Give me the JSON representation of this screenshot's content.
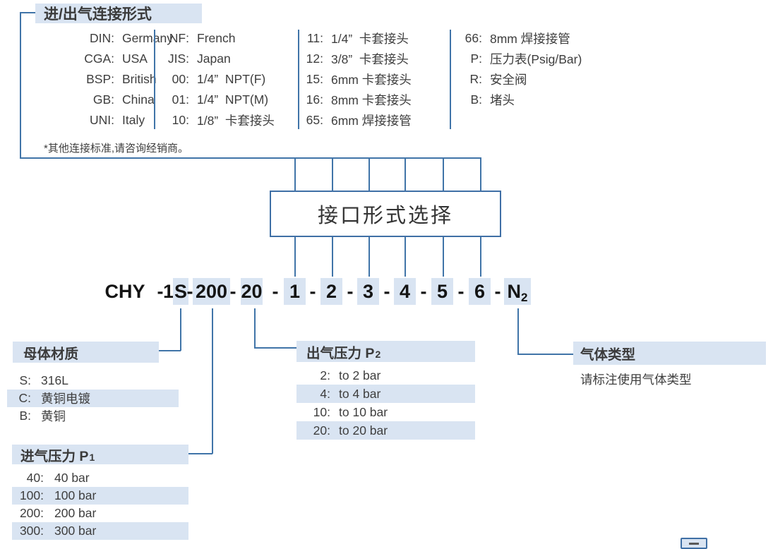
{
  "colors": {
    "highlight": "#d9e4f2",
    "line": "#4074a8",
    "box_border": "#3f6fa5",
    "text": "#3c3c3c",
    "code_text": "#141414"
  },
  "connection_table": {
    "title": "进/出气连接形式",
    "footnote": "*其他连接标准,请咨询经销商。",
    "columns": [
      {
        "items": [
          {
            "code": "DIN:",
            "label": "Germany"
          },
          {
            "code": "CGA:",
            "label": "USA"
          },
          {
            "code": "BSP:",
            "label": "British"
          },
          {
            "code": "GB:",
            "label": "China"
          },
          {
            "code": "UNI:",
            "label": "Italy"
          }
        ]
      },
      {
        "items": [
          {
            "code": "NF:",
            "label": "French"
          },
          {
            "code": "JIS:",
            "label": "Japan"
          },
          {
            "code": "00:",
            "label": "1/4”  NPT(F)"
          },
          {
            "code": "01:",
            "label": "1/4”  NPT(M)"
          },
          {
            "code": "10:",
            "label": "1/8”  卡套接头"
          }
        ]
      },
      {
        "items": [
          {
            "code": "11:",
            "label": "1/4”  卡套接头"
          },
          {
            "code": "12:",
            "label": "3/8”  卡套接头"
          },
          {
            "code": "15:",
            "label": "6mm 卡套接头"
          },
          {
            "code": "16:",
            "label": "8mm 卡套接头"
          },
          {
            "code": "65:",
            "label": "6mm 焊接接管"
          }
        ]
      },
      {
        "items": [
          {
            "code": "66:",
            "label": "8mm 焊接接管"
          },
          {
            "code": "P:",
            "label": "压力表(Psig/Bar)"
          },
          {
            "code": "R:",
            "label": "安全阀"
          },
          {
            "code": "B:",
            "label": "堵头"
          }
        ]
      }
    ]
  },
  "selector_box": {
    "label": "接口形式选择"
  },
  "code_line": {
    "tokens": [
      "CHY",
      "-",
      "1",
      "S",
      "-",
      "200",
      "-",
      "20",
      "-",
      "1",
      "-",
      "2",
      "-",
      "3",
      "-",
      "4",
      "-",
      "5",
      "-",
      "6",
      "-",
      "N",
      "2"
    ]
  },
  "material_section": {
    "title": "母体材质",
    "items": [
      {
        "code": "S:",
        "label": "316L"
      },
      {
        "code": "C:",
        "label": "黄铜电镀"
      },
      {
        "code": "B:",
        "label": "黄铜"
      }
    ]
  },
  "inlet_pressure_section": {
    "title": "进气压力 P",
    "title_sub": "1",
    "items": [
      {
        "code": "40:",
        "label": "40 bar"
      },
      {
        "code": "100:",
        "label": "100 bar"
      },
      {
        "code": "200:",
        "label": "200 bar"
      },
      {
        "code": "300:",
        "label": "300 bar"
      }
    ]
  },
  "outlet_pressure_section": {
    "title": "出气压力 P",
    "title_sub": "2",
    "items": [
      {
        "code": "2:",
        "label": "to 2 bar"
      },
      {
        "code": "4:",
        "label": "to 4 bar"
      },
      {
        "code": "10:",
        "label": "to 10 bar"
      },
      {
        "code": "20:",
        "label": "to 20 bar"
      }
    ]
  },
  "gas_type_section": {
    "title": "气体类型",
    "note": "请标注使用气体类型"
  }
}
